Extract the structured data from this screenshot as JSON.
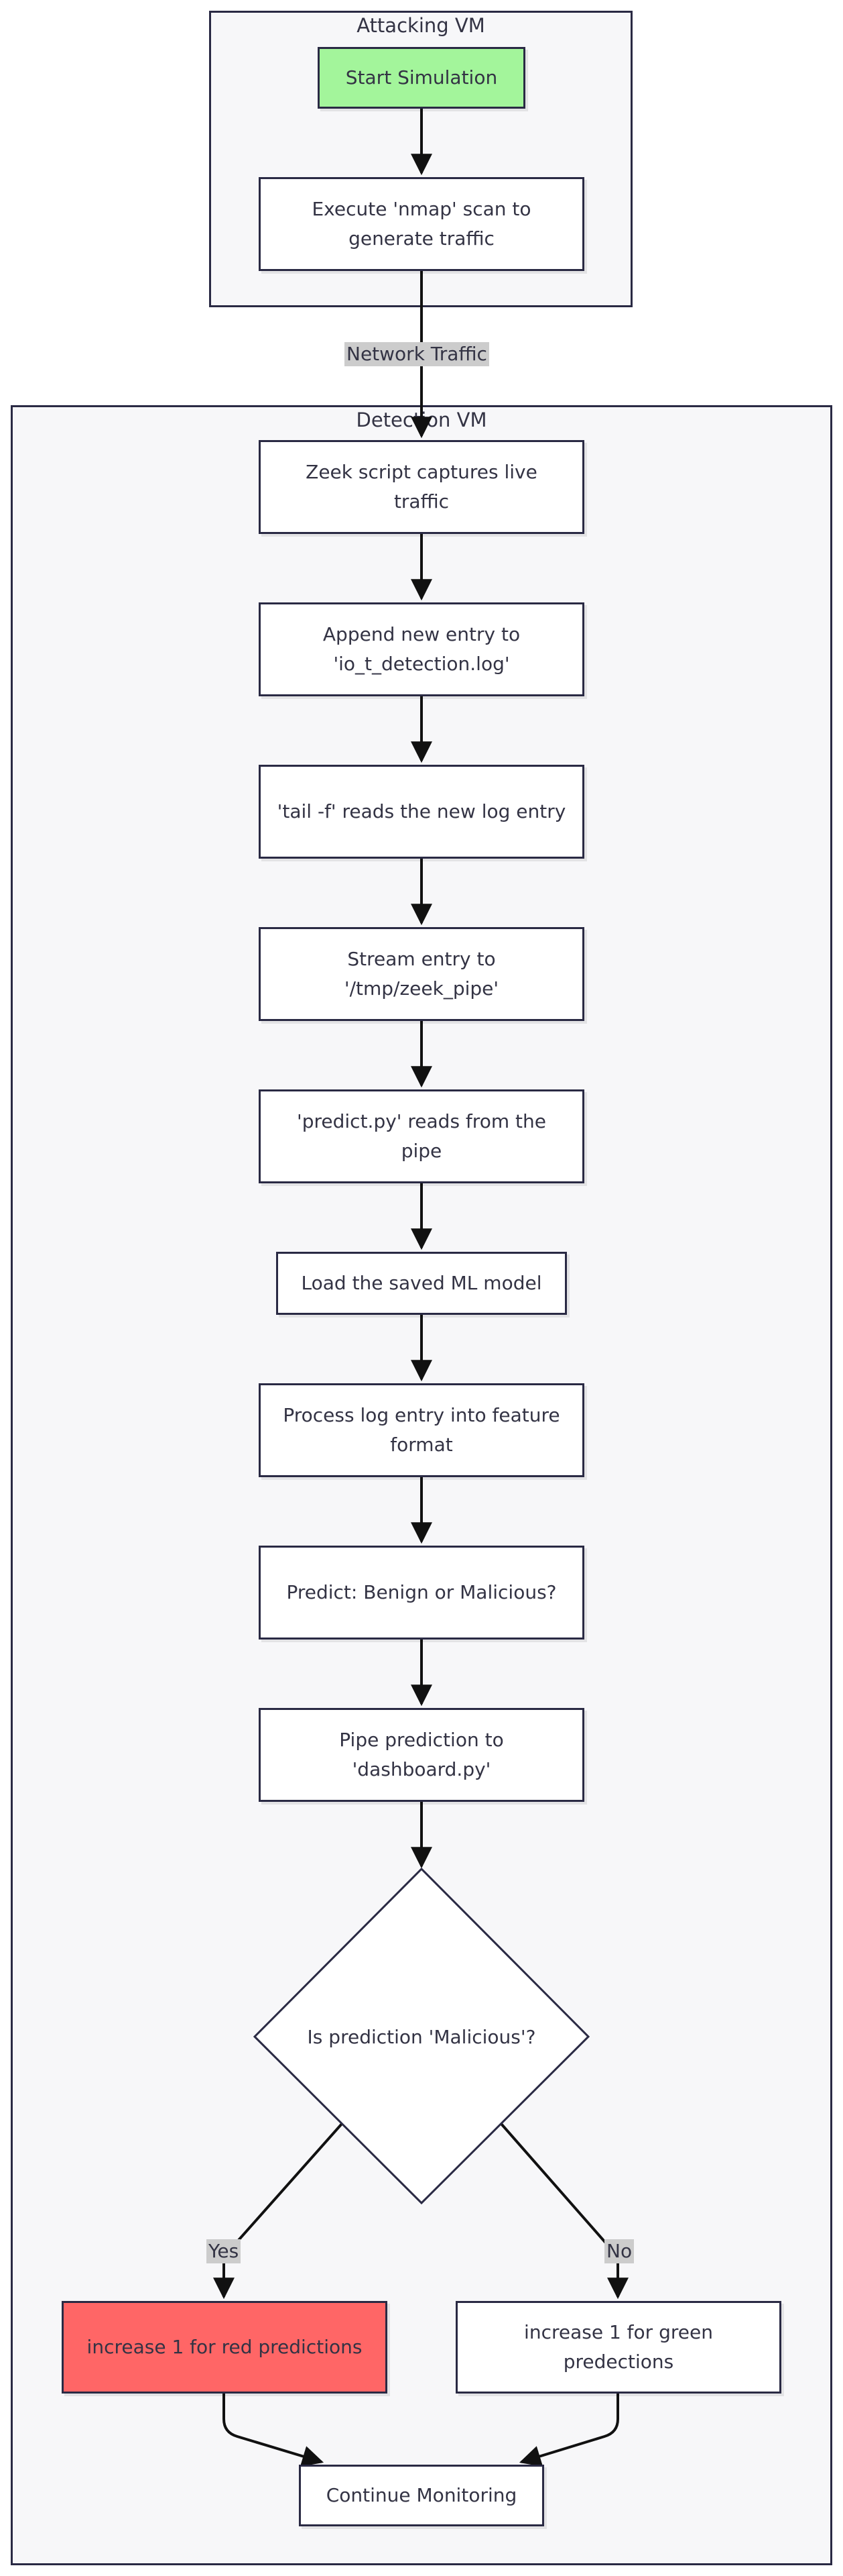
{
  "clusters": {
    "attacking": "Attacking VM",
    "detection": "Detection VM"
  },
  "nodes": {
    "start": "Start Simulation",
    "nmap": "Execute 'nmap' scan to generate traffic",
    "zeek": "Zeek script captures live traffic",
    "append": "Append new entry to 'io_t_detection.log'",
    "tail": "'tail -f' reads the new log entry",
    "stream": "Stream entry to '/tmp/zeek_pipe'",
    "predict_py": "'predict.py' reads from the pipe",
    "load_model": "Load the saved ML model",
    "process": "Process log entry into feature format",
    "predict": "Predict: Benign or Malicious?",
    "pipe_dashboard": "Pipe prediction to 'dashboard.py'",
    "decision": "Is prediction 'Malicious'?",
    "red": "increase 1 for red predictions",
    "green": "increase 1 for green predections",
    "continue": "Continue Monitoring"
  },
  "edge_labels": {
    "network_traffic": "Network Traffic",
    "yes": "Yes",
    "no": "No"
  },
  "colors": {
    "start_fill": "#a3f59b",
    "red_fill": "#ff6666",
    "cluster_fill": "#f7f7f9",
    "stroke": "#2a2a44"
  }
}
